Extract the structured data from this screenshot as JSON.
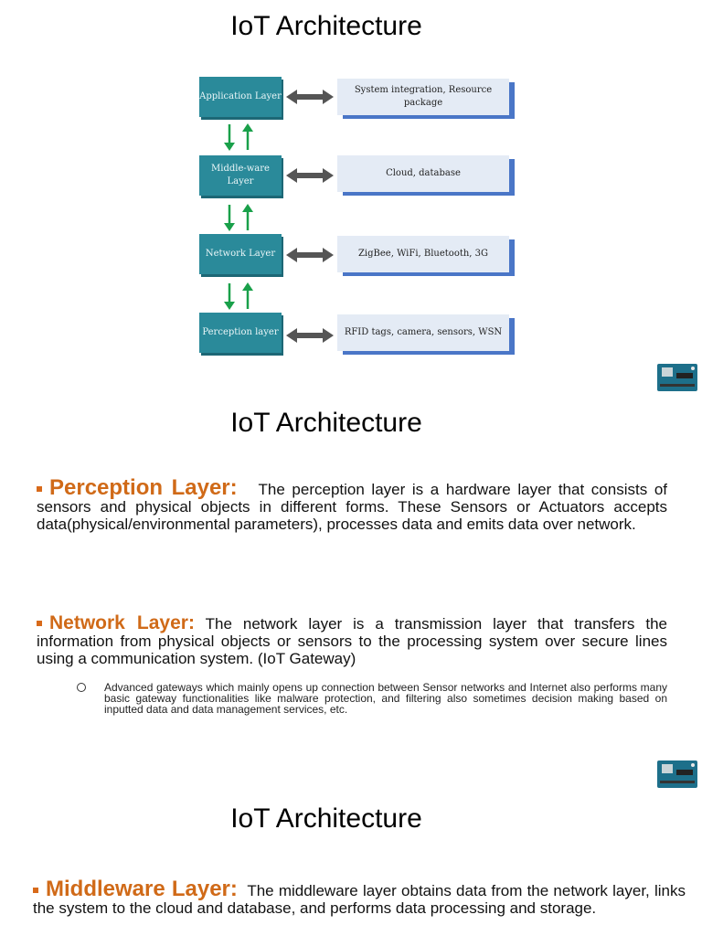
{
  "slides": [
    {
      "title": "IoT Architecture",
      "diagram": {
        "layers": [
          {
            "label": "Application Layer",
            "description": "System integration, Resource package"
          },
          {
            "label": "Middle-ware Layer",
            "description": "Cloud, database"
          },
          {
            "label": "Network Layer",
            "description": "ZigBee, WiFi, Bluetooth, 3G"
          },
          {
            "label": "Perception layer",
            "description": "RFID tags, camera, sensors, WSN"
          }
        ]
      }
    },
    {
      "title": "IoT Architecture",
      "bullets": [
        {
          "term": "Perception Layer:",
          "text": "The perception layer is a hardware layer that consists of sensors and physical objects in different forms. These Sensors or Actuators accepts data(physical/environmental parameters), processes data and emits data over network."
        },
        {
          "term": "Network Layer:",
          "text": "The network layer is a transmission layer that transfers the information from physical objects or sensors to the processing system over secure lines using a communication system. (IoT Gateway)",
          "sub": "Advanced gateways which mainly opens up connection between Sensor networks and Internet also performs many basic gateway functionalities like malware protection, and filtering also sometimes decision making based on inputted data and data management services, etc."
        }
      ]
    },
    {
      "title": "IoT Architecture",
      "bullets": [
        {
          "term": "Middleware Layer:",
          "text": "The middleware layer obtains data from the network layer, links the system to the cloud and database, and performs data processing and storage."
        }
      ]
    }
  ],
  "colors": {
    "layer_box": "#2a8a9a",
    "desc_box": "#e4ebf5",
    "accent": "#d06a18",
    "up_down_arrow": "#19a04a",
    "side_arrow": "#555555"
  },
  "icons": {
    "board": "arduino-board-icon"
  }
}
